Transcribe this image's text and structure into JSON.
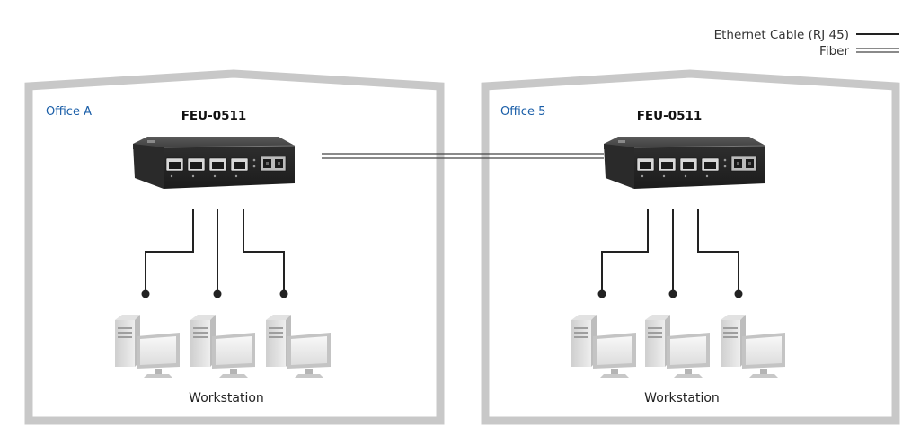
{
  "legend": {
    "ethernet_label": "Ethernet Cable (RJ 45)",
    "fiber_label": "Fiber"
  },
  "offices": [
    {
      "name": "Office A",
      "device_model": "FEU-0511",
      "workstation_label": "Workstation",
      "workstation_count": 3
    },
    {
      "name": "Office 5",
      "device_model": "FEU-0511",
      "workstation_label": "Workstation",
      "workstation_count": 3
    }
  ],
  "colors": {
    "building_outline": "#c8c8c8",
    "office_label": "#1a5ea8",
    "device_body": "#3a3a3a",
    "cable": "#222222"
  }
}
